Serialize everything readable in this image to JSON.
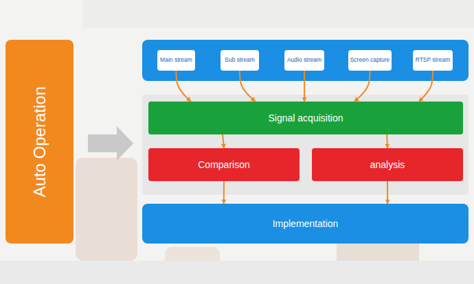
{
  "diagram": {
    "nodes": [
      {
        "text": [
          "Auto Operation"
        ]
      },
      {
        "text": [
          "Main stream"
        ]
      },
      {
        "text": [
          "Sub stream"
        ]
      },
      {
        "text": [
          "Audio stream"
        ]
      },
      {
        "text": [
          "Screen capture"
        ]
      },
      {
        "text": [
          "RTSP stream"
        ]
      },
      {
        "text": [
          "Signal acquisition"
        ]
      },
      {
        "text": [
          "Comparison"
        ]
      },
      {
        "text": [
          "analysis"
        ]
      },
      {
        "text": [
          "Implementation"
        ]
      }
    ],
    "edges": [
      {
        "from": 1,
        "to": 6,
        "arrow": "to"
      },
      {
        "from": 2,
        "to": 6,
        "arrow": "to"
      },
      {
        "from": 3,
        "to": 6,
        "arrow": "to"
      },
      {
        "from": 4,
        "to": 6,
        "arrow": "to"
      },
      {
        "from": 5,
        "to": 6,
        "arrow": "to"
      },
      {
        "from": 6,
        "to": 7,
        "arrow": "to"
      },
      {
        "from": 6,
        "to": 8,
        "arrow": "to"
      },
      {
        "from": 7,
        "to": 9,
        "arrow": "to"
      },
      {
        "from": 8,
        "to": 9,
        "arrow": "to"
      }
    ]
  }
}
